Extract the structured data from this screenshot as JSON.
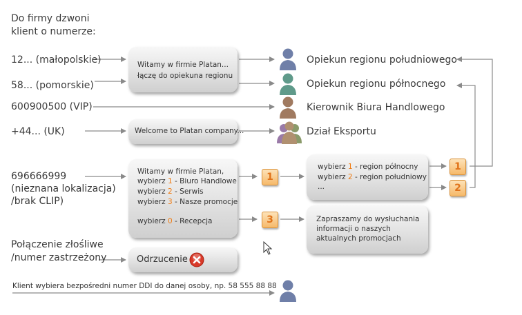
{
  "header": {
    "line1": "Do firmy dzwoni",
    "line2": "klient o numerze:"
  },
  "callers": {
    "malopolskie": "12... (małopolskie)",
    "pomorskie": "58... (pomorskie)",
    "vip": "600900500 (VIP)",
    "uk": "+44... (UK)",
    "unknown_line1": "696666999",
    "unknown_line2": "(nieznana lokalizacja)",
    "unknown_line3": "/brak CLIP)",
    "malicious_line1": "Połączenie złośliwe",
    "malicious_line2": "/numer zastrzeżony",
    "ddi": "Klient wybiera bezpośredni numer DDI do danej osoby, np. 58 555 88 88"
  },
  "boxes": {
    "welcome_pl_line1": "Witamy w firmie Platan...",
    "welcome_pl_line2": "łączę do opiekuna regionu",
    "welcome_en": "Welcome to Platan company...",
    "menu": {
      "line1": "Witamy w firmie Platan,",
      "item1_pre": "wybierz ",
      "item1_num": "1",
      "item1_post": " - Biuro Handlowe",
      "item2_pre": "wybierz ",
      "item2_num": "2",
      "item2_post": " - Serwis",
      "item3_pre": "wybierz ",
      "item3_num": "3",
      "item3_post": " - Nasze promocje",
      "item0_pre": "wybierz ",
      "item0_num": "0",
      "item0_post": " - Recepcja"
    },
    "region_menu": {
      "item1_pre": "wybierz ",
      "item1_num": "1",
      "item1_post": " - region północny",
      "item2_pre": "wybierz ",
      "item2_num": "2",
      "item2_post": " - region południowy",
      "more": "..."
    },
    "promo_line1": "Zapraszamy do wysłuchania",
    "promo_line2": "informacji o naszych",
    "promo_line3": "aktualnych promocjach",
    "reject": "Odrzucenie"
  },
  "targets": {
    "south": "Opiekun regionu południowego",
    "north": "Opiekun regionu północnego",
    "manager": "Kierownik Biura Handlowego",
    "export": "Dział Eksportu"
  },
  "badges": {
    "b1": "1",
    "b3": "3",
    "r1": "1",
    "r2": "2"
  },
  "colors": {
    "accent": "#f07a10",
    "badge_fill": "#fbd09a",
    "line": "#8a8a8a",
    "person_blue": "#6f7fa8",
    "person_teal": "#5f9a8a",
    "person_brown": "#a07a60",
    "reject_red": "#d93a2a"
  }
}
